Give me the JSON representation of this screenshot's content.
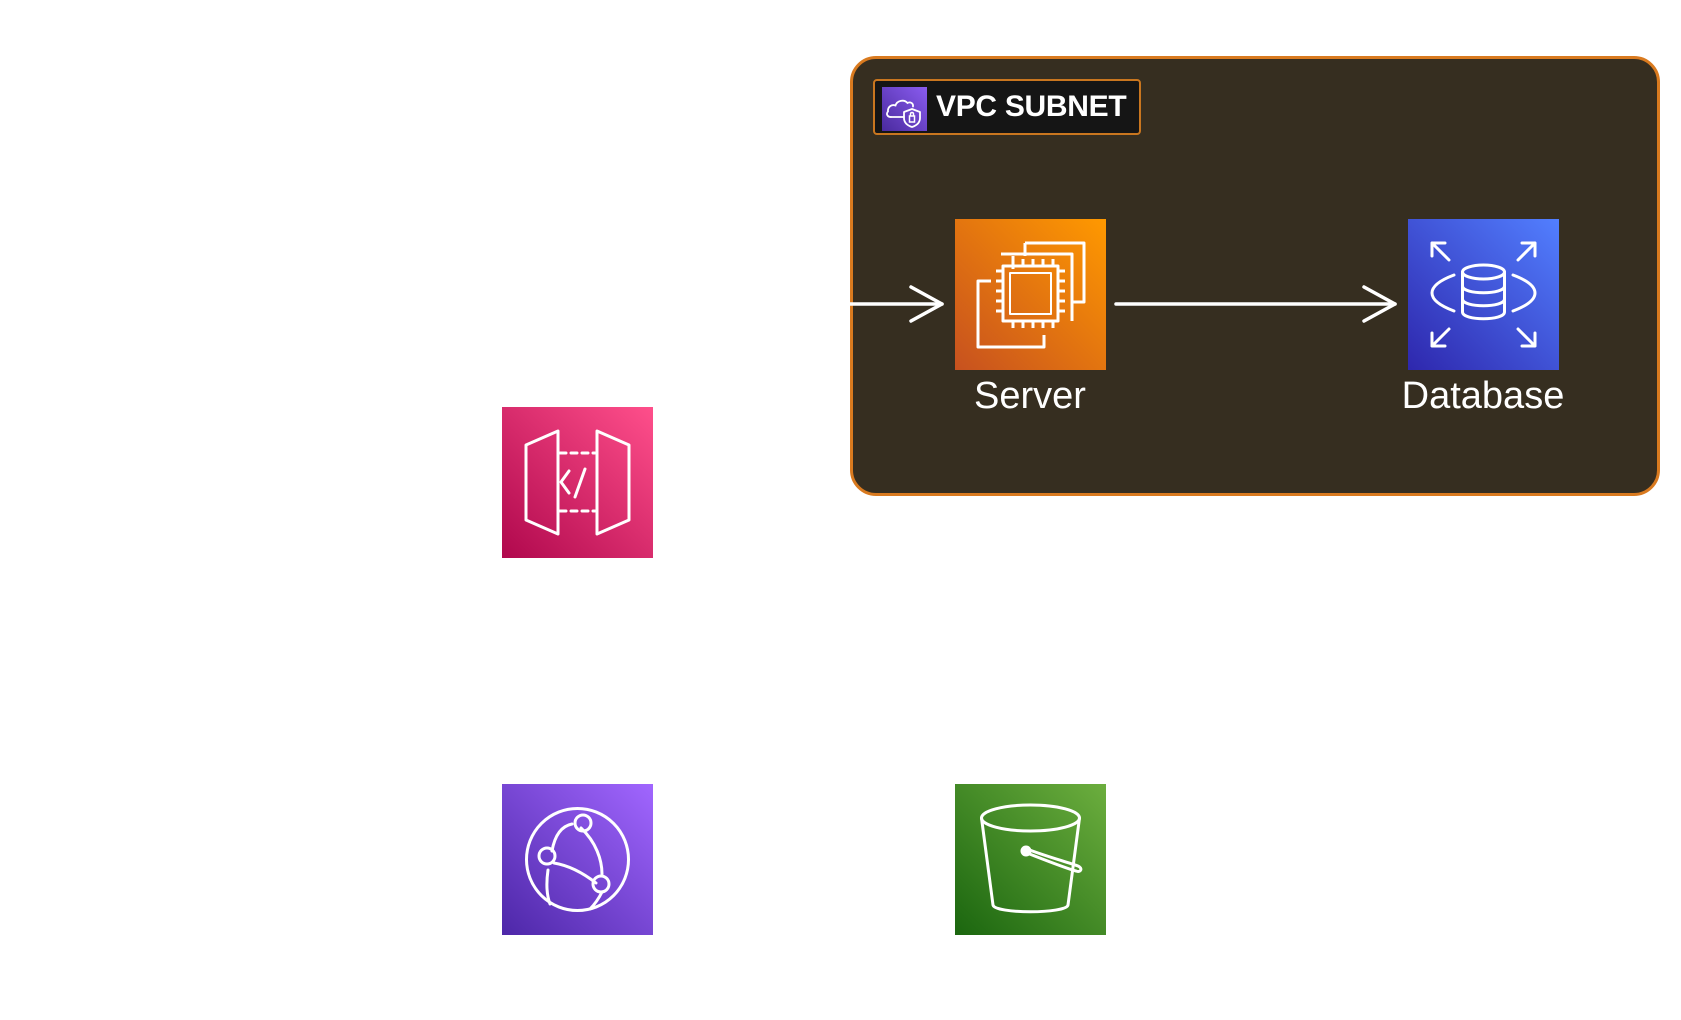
{
  "diagram": {
    "group": {
      "label": "VPC SUBNET",
      "icon": "vpc-cloud-shield-icon",
      "fill_color": "#362e20",
      "border_color": "#d97a1f"
    },
    "nodes": [
      {
        "id": "server",
        "label": "Server",
        "icon": "ec2-chip-icon",
        "color": "#ff9900"
      },
      {
        "id": "database",
        "label": "Database",
        "icon": "rds-database-icon",
        "color": "#527fff"
      },
      {
        "id": "api-gateway",
        "label": "",
        "icon": "api-gateway-icon",
        "color": "#ff4f8b"
      },
      {
        "id": "cdn",
        "label": "",
        "icon": "cloudfront-globe-icon",
        "color": "#a166ff"
      },
      {
        "id": "storage",
        "label": "",
        "icon": "s3-bucket-icon",
        "color": "#6cae3e"
      }
    ],
    "edges": [
      {
        "from": "",
        "to": "server"
      },
      {
        "from": "server",
        "to": "database"
      }
    ]
  }
}
